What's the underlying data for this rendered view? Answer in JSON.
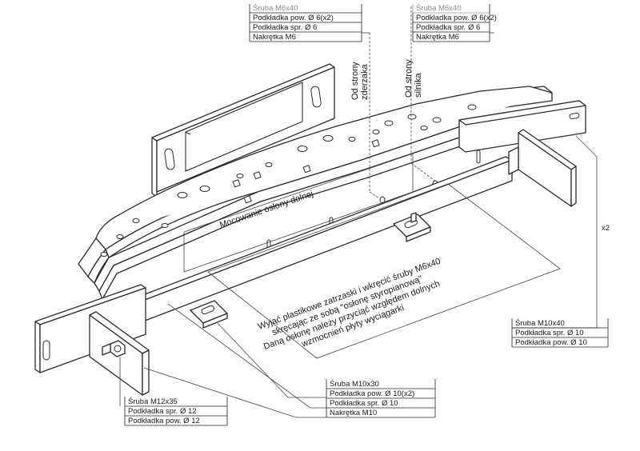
{
  "tables": {
    "top_left": {
      "header": "Śruba M6x40",
      "rows": [
        "Podkładka pow. Ø 6(x2)",
        "Podkładka spr. Ø 6",
        "Nakrętka M6"
      ]
    },
    "top_right": {
      "header": "Śruba M6x40",
      "rows": [
        "Podkładka pow. Ø 6(x2)",
        "Podkładka spr. Ø 6",
        "Nakrętka M6"
      ]
    },
    "right": {
      "header": "Śruba M10x40",
      "rows": [
        "Podkładka spr. Ø 10",
        "Podkładka pow. Ø 10"
      ]
    },
    "bottom_center": {
      "header": "Śruba M10x30",
      "rows": [
        "Podkładka pow. Ø 10(x2)",
        "Podkładka spr. Ø 10",
        "Nakrętka M10"
      ]
    },
    "bottom_left": {
      "header": "Śruba M12x35",
      "rows": [
        "Podkładka spr. Ø 12",
        "Podkładka pow. Ø 12"
      ]
    }
  },
  "labels": {
    "side_bumper": [
      "Od strony",
      "zderzaka"
    ],
    "side_winch": [
      "Od strony",
      "silnika"
    ],
    "mount_cover": "Mocowanie osłony dolnej",
    "multiplier": "x2"
  },
  "instruction": [
    "Wyjąć plastikowe zatrzaski i wkręcić śruby M6x40",
    "skręcając ze sobą \"osłonę styropianową\"",
    "Daną osłonę należy przyciąć względem dolnych",
    "wzmocnień płyty wyciągarki"
  ],
  "colors": {
    "line": "#2b2b2b",
    "text": "#1a1a1a",
    "grey_text": "#8a8a8a"
  }
}
